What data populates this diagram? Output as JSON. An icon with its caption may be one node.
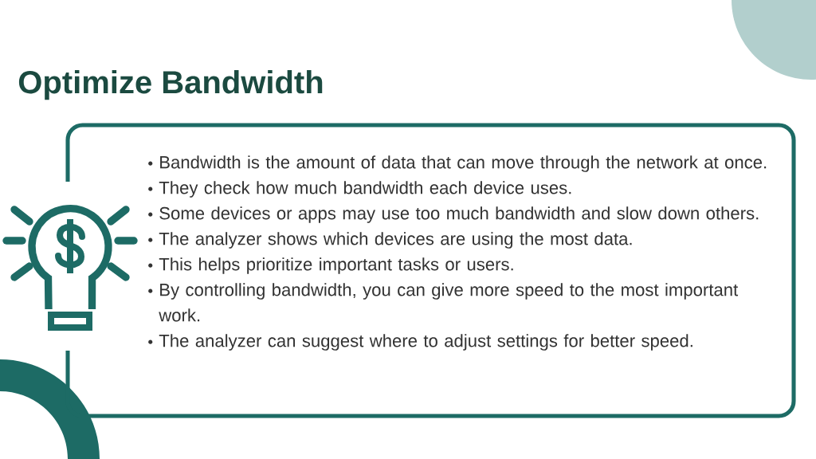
{
  "diagram": {
    "title": "Optimize Bandwidth",
    "nodes": [
      {
        "text": [
          "Bandwidth is the amount of data that can move through the network at once.",
          "They check how much bandwidth each device uses.",
          "Some devices or apps may use too much bandwidth and slow down others.",
          "The analyzer shows which devices are using the most data.",
          "This helps prioritize important tasks or users.",
          "By controlling bandwidth, you can give more speed to the most important work.",
          "The analyzer can suggest where to adjust settings for better speed."
        ]
      }
    ]
  }
}
